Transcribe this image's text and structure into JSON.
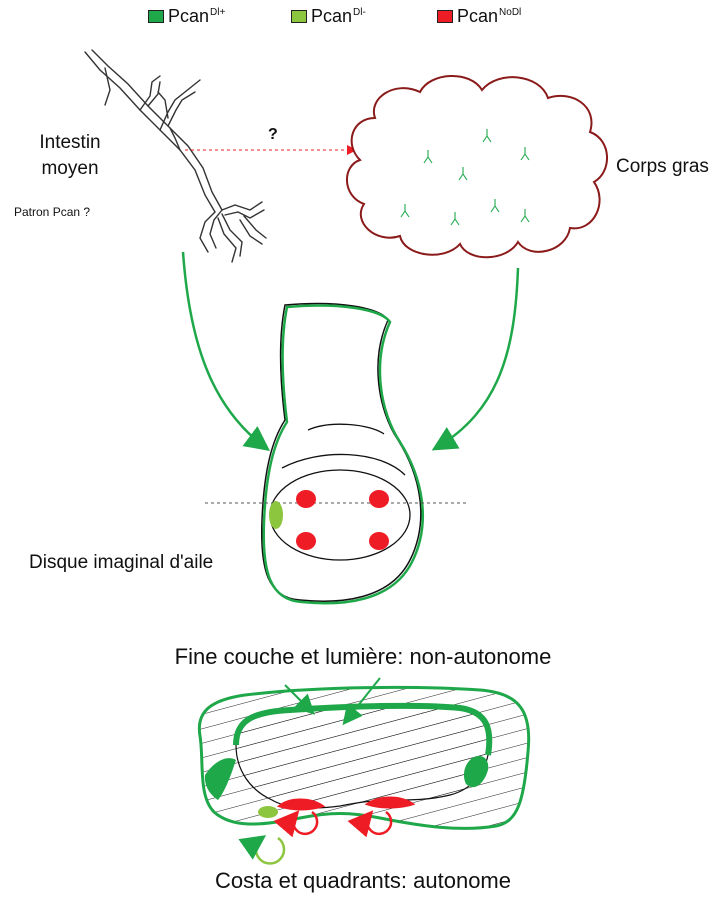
{
  "legend": [
    {
      "base": "Pcan",
      "sup": "Dl+",
      "color": "#1fa84a"
    },
    {
      "base": "Pcan",
      "sup": "Dl-",
      "color": "#8cc63f"
    },
    {
      "base": "Pcan",
      "sup": "NoDl",
      "color": "#ee1c24"
    }
  ],
  "labels": {
    "intestin_line1": "Intestin",
    "intestin_line2": "moyen",
    "patron": "Patron Pcan ?",
    "question": "?",
    "corps_gras": "Corps gras",
    "disque": "Disque imaginal d'aile",
    "caption_top": "Fine couche et lumière: non-autonome",
    "caption_bottom": "Costa et quadrants: autonome"
  },
  "colors": {
    "dark_green": "#1fa84a",
    "light_green": "#8cc63f",
    "red": "#ee1c24",
    "dark_red": "#8b1a1a"
  }
}
